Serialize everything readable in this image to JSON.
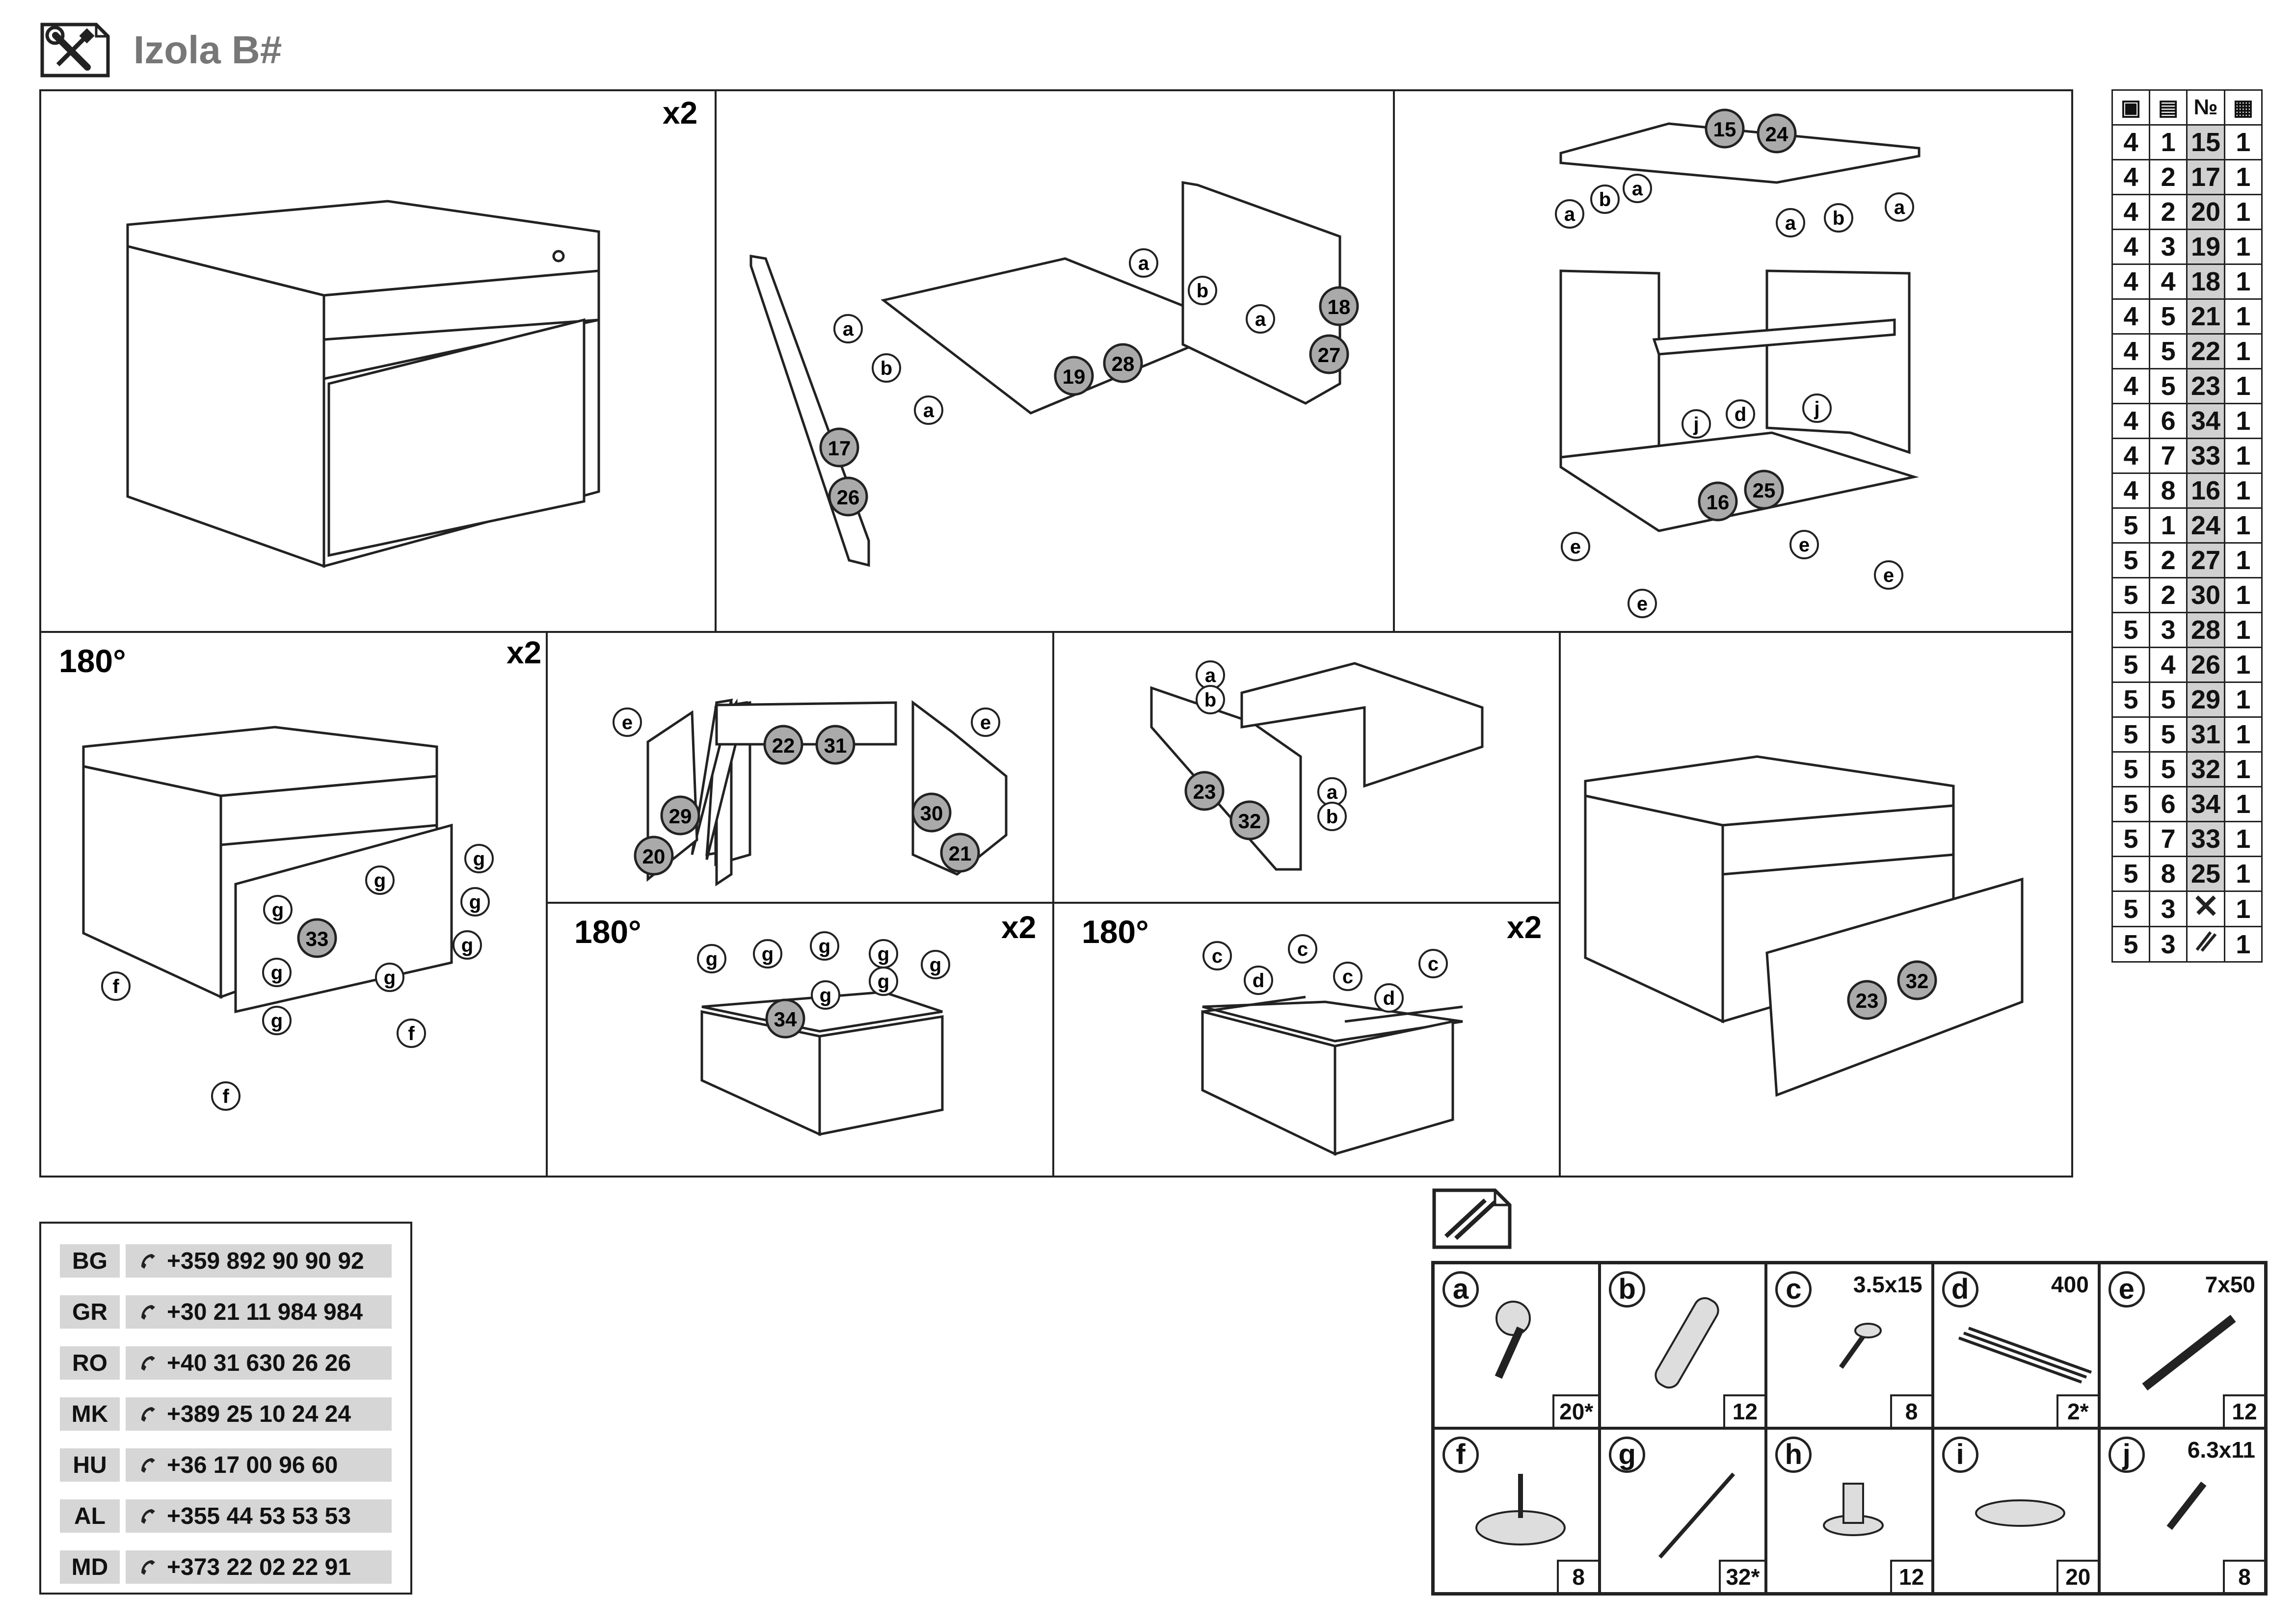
{
  "header": {
    "title": "Izola B#",
    "icon": "tools-icon"
  },
  "steps": {
    "s1_mult": "x2",
    "s4_rot": "180°",
    "s4_mult": "x2",
    "s6_rot": "180°",
    "s6_mult": "x2",
    "s7_rot": "180°",
    "s7_mult": "x2"
  },
  "parts_table": {
    "header_icons": [
      "box-icon",
      "layer-icon",
      "№",
      "quantity-icon"
    ],
    "rows": [
      [
        "4",
        "1",
        "15",
        "1"
      ],
      [
        "4",
        "2",
        "17",
        "1"
      ],
      [
        "4",
        "2",
        "20",
        "1"
      ],
      [
        "4",
        "3",
        "19",
        "1"
      ],
      [
        "4",
        "4",
        "18",
        "1"
      ],
      [
        "4",
        "5",
        "21",
        "1"
      ],
      [
        "4",
        "5",
        "22",
        "1"
      ],
      [
        "4",
        "5",
        "23",
        "1"
      ],
      [
        "4",
        "6",
        "34",
        "1"
      ],
      [
        "4",
        "7",
        "33",
        "1"
      ],
      [
        "4",
        "8",
        "16",
        "1"
      ],
      [
        "5",
        "1",
        "24",
        "1"
      ],
      [
        "5",
        "2",
        "27",
        "1"
      ],
      [
        "5",
        "2",
        "30",
        "1"
      ],
      [
        "5",
        "3",
        "28",
        "1"
      ],
      [
        "5",
        "4",
        "26",
        "1"
      ],
      [
        "5",
        "5",
        "29",
        "1"
      ],
      [
        "5",
        "5",
        "31",
        "1"
      ],
      [
        "5",
        "5",
        "32",
        "1"
      ],
      [
        "5",
        "6",
        "34",
        "1"
      ],
      [
        "5",
        "7",
        "33",
        "1"
      ],
      [
        "5",
        "8",
        "25",
        "1"
      ]
    ],
    "extra_rows": [
      {
        "a": "5",
        "b": "3",
        "icon": "tools-icon",
        "q": "1"
      },
      {
        "a": "5",
        "b": "3",
        "icon": "hardware-bag-icon",
        "q": "1"
      }
    ]
  },
  "contacts": [
    {
      "code": "BG",
      "phone": "+359 892 90 90 92"
    },
    {
      "code": "GR",
      "phone": "+30 21 11 984 984"
    },
    {
      "code": "RO",
      "phone": "+40 31 630 26 26"
    },
    {
      "code": "MK",
      "phone": "+389 25 10 24 24"
    },
    {
      "code": "HU",
      "phone": "+36 17 00 96 60"
    },
    {
      "code": "AL",
      "phone": "+355 44 53 53 53"
    },
    {
      "code": "MD",
      "phone": "+373 22 02 22 91"
    }
  ],
  "hardware": [
    {
      "letter": "a",
      "size": "",
      "qty": "20*",
      "icon": "cam-lock-bolt-icon"
    },
    {
      "letter": "b",
      "size": "",
      "qty": "12",
      "icon": "wooden-dowel-icon"
    },
    {
      "letter": "c",
      "size": "3.5x15",
      "qty": "8",
      "icon": "screw-icon"
    },
    {
      "letter": "d",
      "size": "400",
      "qty": "2*",
      "icon": "drawer-rail-icon"
    },
    {
      "letter": "e",
      "size": "7x50",
      "qty": "12",
      "icon": "confirmat-screw-icon"
    },
    {
      "letter": "f",
      "size": "",
      "qty": "8",
      "icon": "furniture-glide-icon"
    },
    {
      "letter": "g",
      "size": "",
      "qty": "32*",
      "icon": "nail-icon"
    },
    {
      "letter": "h",
      "size": "",
      "qty": "12",
      "icon": "plastic-plug-icon"
    },
    {
      "letter": "i",
      "size": "",
      "qty": "20",
      "icon": "cover-cap-icon"
    },
    {
      "letter": "j",
      "size": "6.3x11",
      "qty": "8",
      "icon": "short-screw-icon"
    }
  ]
}
